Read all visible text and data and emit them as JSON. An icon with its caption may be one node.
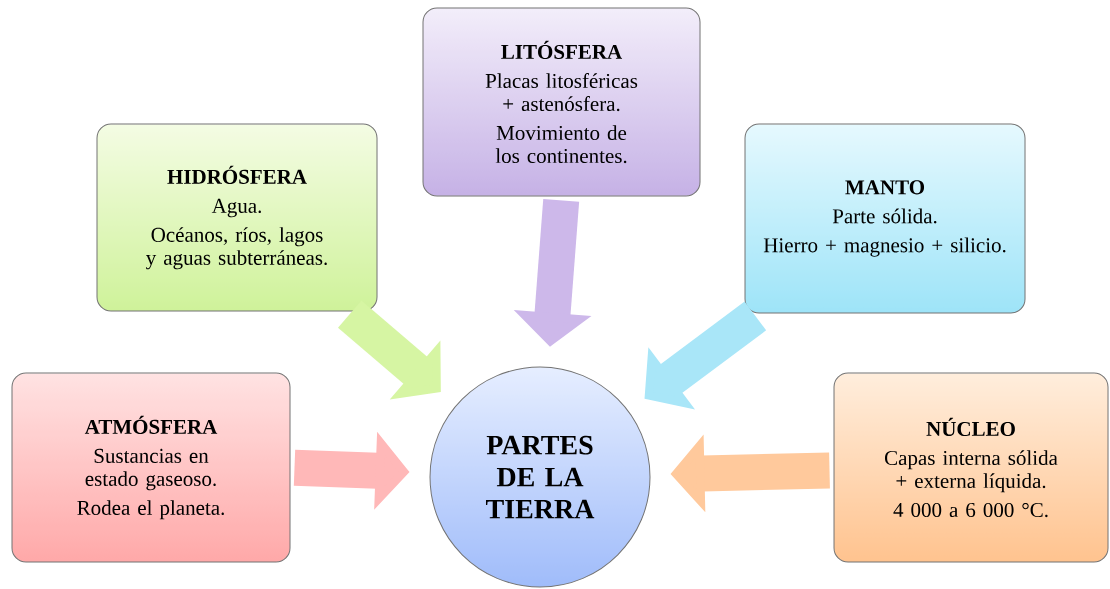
{
  "diagram": {
    "nodes": [
      {
        "text": [
          "PARTES DE LA TIERRA"
        ]
      },
      {
        "text": [
          "ATMÓSFERA",
          "Sustancias en estado gaseoso.",
          "Rodea el planeta."
        ]
      },
      {
        "text": [
          "HIDRÓSFERA",
          "Agua.",
          "Océanos, ríos, lagos y aguas subterráneas."
        ]
      },
      {
        "text": [
          "LITÓSFERA",
          "Placas litosféricas + astenósfera.",
          "Movimiento de los continentes."
        ]
      },
      {
        "text": [
          "MANTO",
          "Parte sólida.",
          "Hierro + magnesio + silicio."
        ]
      },
      {
        "text": [
          "NÚCLEO",
          "Capas interna sólida + externa líquida.",
          "4 000 a 6 000 °C."
        ]
      }
    ],
    "edges": [
      {
        "from": 1,
        "to": 0,
        "arrow": "to",
        "color": "#ffb8b8"
      },
      {
        "from": 2,
        "to": 0,
        "arrow": "to",
        "color": "#d6f5a3"
      },
      {
        "from": 3,
        "to": 0,
        "arrow": "to",
        "color": "#cdb8ea"
      },
      {
        "from": 4,
        "to": 0,
        "arrow": "to",
        "color": "#a9e6f8"
      },
      {
        "from": 5,
        "to": 0,
        "arrow": "to",
        "color": "#ffc99c"
      }
    ]
  }
}
